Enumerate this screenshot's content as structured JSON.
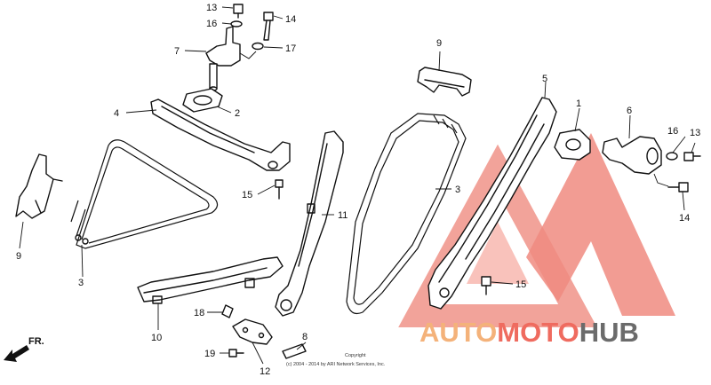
{
  "diagram": {
    "callouts": {
      "p1": "1",
      "p2": "2",
      "p3a": "3",
      "p3b": "3",
      "p4": "4",
      "p5": "5",
      "p6": "6",
      "p7": "7",
      "p8": "8",
      "p9a": "9",
      "p9b": "9",
      "p10": "10",
      "p11": "11",
      "p12": "12",
      "p13a": "13",
      "p13b": "13",
      "p14a": "14",
      "p14b": "14",
      "p15a": "15",
      "p15b": "15",
      "p16a": "16",
      "p16b": "16",
      "p17": "17",
      "p18": "18",
      "p19": "19"
    },
    "direction_label": "FR.",
    "copyright_line1": "Copyright",
    "copyright_line2": "(c) 2004 - 2014 by ARI Network Services, Inc.",
    "watermark": {
      "part1": "AUTO",
      "part2": "MOTO",
      "part3": "HUB",
      "color_orange": "#f4b27a",
      "color_red": "#ef6b5f",
      "color_gray": "#6b6b6b"
    }
  }
}
